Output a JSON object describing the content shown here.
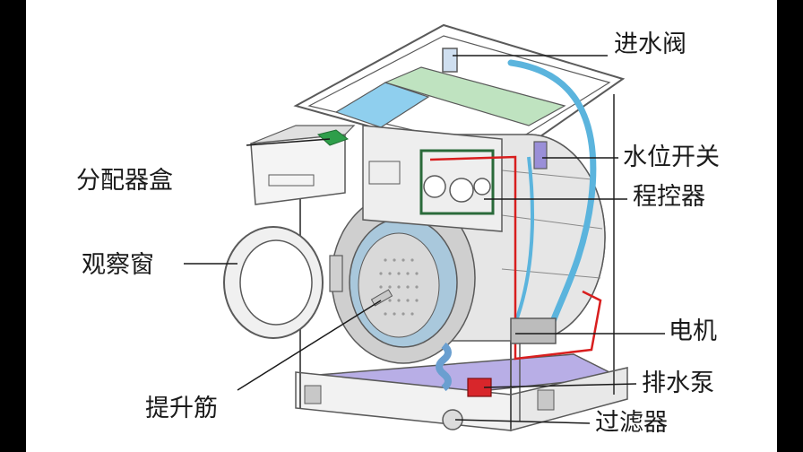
{
  "labels": {
    "inlet_valve": "进水阀",
    "dispenser_box": "分配器盒",
    "water_level_switch": "水位开关",
    "programmer": "程控器",
    "window": "观察窗",
    "motor": "电机",
    "lifter": "提升筋",
    "drain_pump": "排水泵",
    "filter": "过滤器"
  },
  "colors": {
    "background": "#000000",
    "canvas": "#ffffff",
    "outline": "#5a5a5a",
    "water_pipe": "#5bb4dd",
    "wiring": "#d81e1e",
    "dispenser_accent": "#2e9e4a",
    "base_plate": "#b8aee6",
    "programmer_box": "#2a6a3a",
    "pump": "#d8262b"
  }
}
